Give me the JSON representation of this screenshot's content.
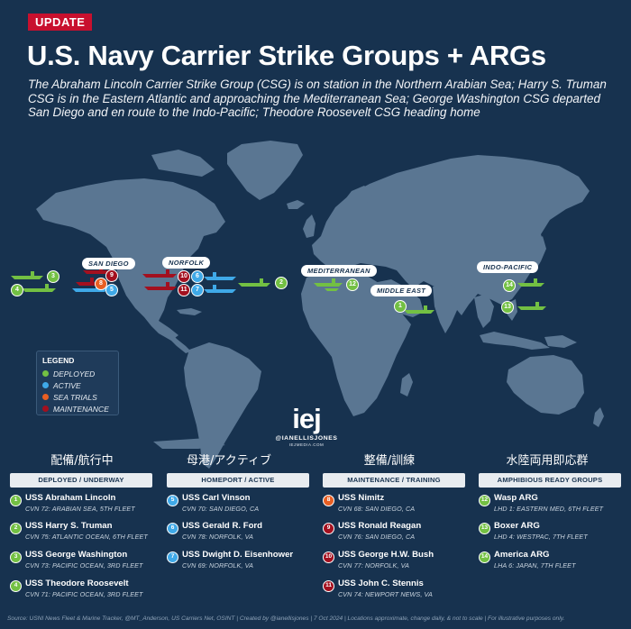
{
  "header": {
    "badge": "UPDATE",
    "title": "U.S. Navy Carrier Strike Groups + ARGs",
    "subtitle": "The Abraham Lincoln Carrier Strike Group (CSG) is on station in the Northern Arabian Sea; Harry S. Truman CSG is in the Eastern Atlantic and approaching the Mediterranean Sea; George Washington CSG departed San Diego and en route to the Indo-Pacific; Theodore Roosevelt CSG heading home"
  },
  "map": {
    "regions": {
      "san_diego": "SAN DIEGO",
      "norfolk": "NORFOLK",
      "mediterranean": "MEDITERRANEAN",
      "middle_east": "MIDDLE EAST",
      "indo_pacific": "INDO-PACIFIC"
    },
    "markers": {
      "m1": "1",
      "m2": "2",
      "m3": "3",
      "m4": "4",
      "m5": "5",
      "m6": "6",
      "m7": "7",
      "m8": "8",
      "m9": "9",
      "m10": "10",
      "m11": "11",
      "m12": "12",
      "m13": "13",
      "m14": "14"
    }
  },
  "legend": {
    "title": "LEGEND",
    "items": [
      {
        "label": "DEPLOYED",
        "color": "#73c043"
      },
      {
        "label": "ACTIVE",
        "color": "#3fa9e8"
      },
      {
        "label": "SEA TRIALS",
        "color": "#e85f23"
      },
      {
        "label": "MAINTENANCE",
        "color": "#a3101f"
      }
    ]
  },
  "brand": {
    "logo": "iej",
    "name": "@IANELLISJONES",
    "url": "IEJMEDIA.COM"
  },
  "columns": [
    {
      "jp_label": "配備/航行中",
      "header": "DEPLOYED / UNDERWAY",
      "color": "#73c043",
      "entries": [
        {
          "num": "1",
          "name": "USS Abraham Lincoln",
          "detail": "CVN 72: ARABIAN SEA, 5TH FLEET"
        },
        {
          "num": "2",
          "name": "USS Harry S. Truman",
          "detail": "CVN 75: ATLANTIC OCEAN, 6TH FLEET"
        },
        {
          "num": "3",
          "name": "USS George Washington",
          "detail": "CVN 73: PACIFIC OCEAN, 3RD FLEET"
        },
        {
          "num": "4",
          "name": "USS Theodore Roosevelt",
          "detail": "CVN 71: PACIFIC OCEAN, 3RD FLEET"
        }
      ]
    },
    {
      "jp_label": "母港/アクティブ",
      "header": "HOMEPORT / ACTIVE",
      "color": "#3fa9e8",
      "entries": [
        {
          "num": "5",
          "name": "USS Carl Vinson",
          "detail": "CVN 70: SAN DIEGO, CA"
        },
        {
          "num": "6",
          "name": "USS Gerald R. Ford",
          "detail": "CVN 78: NORFOLK, VA"
        },
        {
          "num": "7",
          "name": "USS Dwight D. Eisenhower",
          "detail": "CVN 69: NORFOLK, VA"
        }
      ]
    },
    {
      "jp_label": "整備/訓練",
      "header": "MAINTENANCE / TRAINING",
      "color": "#a3101f",
      "entries": [
        {
          "num": "8",
          "name": "USS Nimitz",
          "detail": "CVN 68: SAN DIEGO, CA",
          "color": "#e85f23"
        },
        {
          "num": "9",
          "name": "USS Ronald Reagan",
          "detail": "CVN 76: SAN DIEGO, CA"
        },
        {
          "num": "10",
          "name": "USS George H.W. Bush",
          "detail": "CVN 77: NORFOLK, VA"
        },
        {
          "num": "11",
          "name": "USS John C. Stennis",
          "detail": "CVN 74: NEWPORT NEWS, VA"
        }
      ]
    },
    {
      "jp_label": "水陸両用即応群",
      "header": "AMPHIBIOUS READY GROUPS",
      "color": "#73c043",
      "entries": [
        {
          "num": "12",
          "name": "Wasp ARG",
          "detail": "LHD 1: EASTERN MED, 6TH FLEET"
        },
        {
          "num": "13",
          "name": "Boxer ARG",
          "detail": "LHD 4: WESTPAC, 7TH FLEET"
        },
        {
          "num": "14",
          "name": "America ARG",
          "detail": "LHA 6: JAPAN, 7TH FLEET"
        }
      ]
    }
  ],
  "footer": {
    "source": "Source: USNI News Fleet & Marine Tracker, @MT_Anderson, US Carriers Net, OSINT | Created by @ianellisjones | 7 Oct 2024 | Locations approximate, change daily, & not to scale | For illustrative purposes only."
  }
}
